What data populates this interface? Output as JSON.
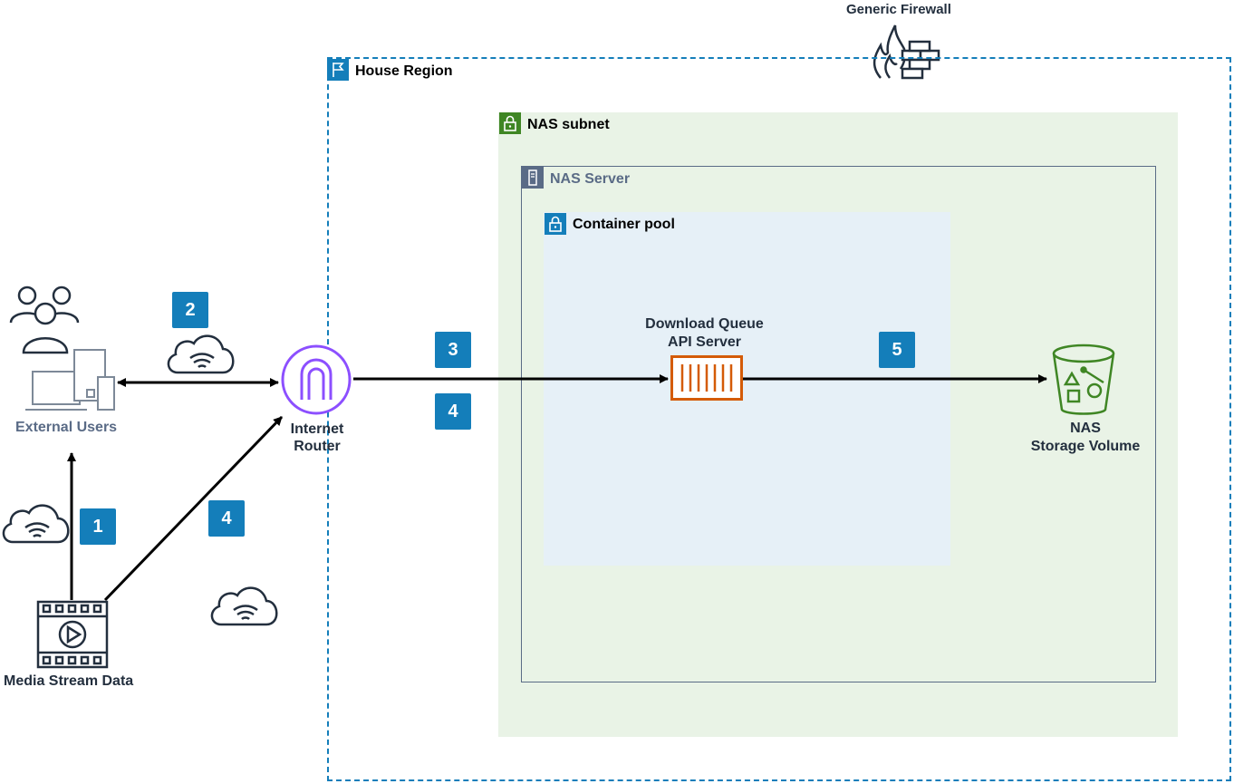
{
  "firewall": {
    "label": "Generic Firewall",
    "icon": "firewall-icon"
  },
  "region": {
    "title": "House Region",
    "color": "#147eba",
    "icon": "region-flag-icon"
  },
  "subnet": {
    "title": "NAS subnet",
    "color": "#3f8624",
    "icon": "subnet-lock-icon"
  },
  "server": {
    "title": "NAS Server",
    "color": "#5a6b86",
    "icon": "server-icon"
  },
  "pool": {
    "title": "Container pool",
    "color": "#147eba",
    "icon": "pool-lock-icon"
  },
  "nodes": {
    "external_users": {
      "label": "External Users",
      "icon": "users-devices-icon"
    },
    "media": {
      "label": "Media Stream Data",
      "icon": "media-stream-icon"
    },
    "router": {
      "line1": "Internet",
      "line2": "Router",
      "icon": "internet-gateway-icon",
      "color": "#8c4fff"
    },
    "api": {
      "line1": "Download Queue",
      "line2": "API Server",
      "icon": "container-icon",
      "color": "#d45b07"
    },
    "storage": {
      "line1": "NAS",
      "line2": "Storage Volume",
      "icon": "storage-bucket-icon",
      "color": "#3f8624"
    }
  },
  "badges": [
    {
      "text": "2"
    },
    {
      "text": "3"
    },
    {
      "text": "4"
    },
    {
      "text": "5"
    },
    {
      "text": "1"
    },
    {
      "text": "4"
    }
  ]
}
